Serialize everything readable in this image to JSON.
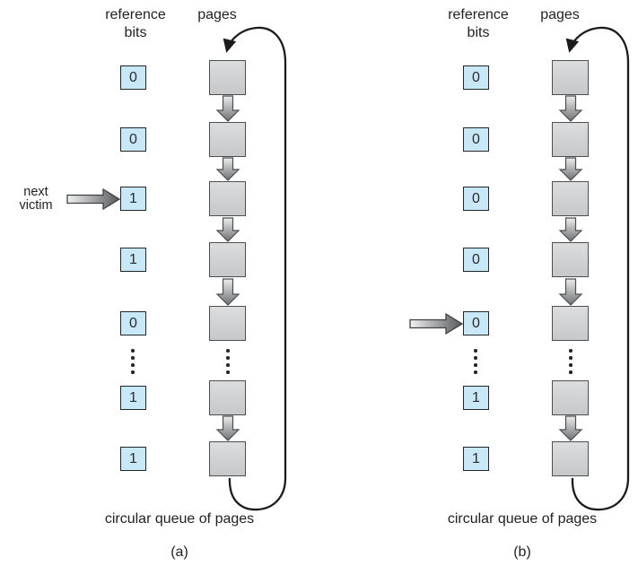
{
  "figure": {
    "colors": {
      "bit_box_fill": "#c8e7f7",
      "bit_box_border": "#232528",
      "page_box_fill": "#d1d3d4",
      "page_box_border": "#4c4e50",
      "arrow_gradient_light": "#ededee",
      "arrow_gradient_dark": "#6f7173",
      "loop_line": "#1c1c1e",
      "text": "#231f20"
    },
    "diagram_a": {
      "headers": {
        "reference": "reference",
        "bits": "bits",
        "pages": "pages"
      },
      "next_victim": {
        "line1": "next",
        "line2": "victim"
      },
      "next_victim_points_to_bit_index": 2,
      "bits": [
        "0",
        "0",
        "1",
        "1",
        "0",
        "1",
        "1"
      ],
      "caption": "circular queue of pages",
      "sublabel": "(a)"
    },
    "diagram_b": {
      "headers": {
        "reference": "reference",
        "bits": "bits",
        "pages": "pages"
      },
      "pointer_points_to_bit_index": 4,
      "bits": [
        "0",
        "0",
        "0",
        "0",
        "0",
        "1",
        "1"
      ],
      "caption": "circular queue of pages",
      "sublabel": "(b)"
    }
  }
}
